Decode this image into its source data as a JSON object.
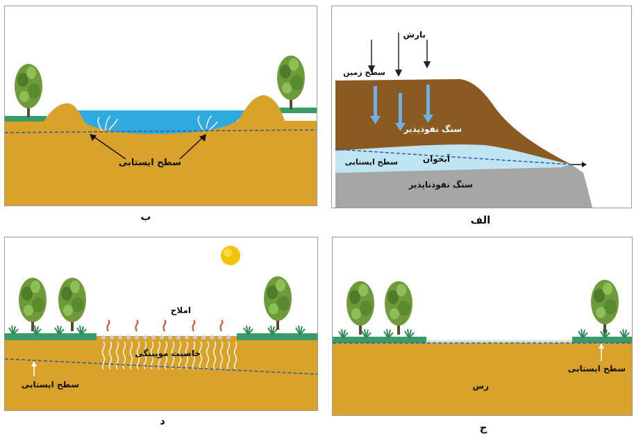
{
  "panels": {
    "alef": {
      "caption": "الف",
      "rain": "بارش",
      "ground_surface": "سطح زمین",
      "permeable_rock": "سنگ نفوذپذیر",
      "aquifer": "آبخوان",
      "water_table": "سطح ایستابی",
      "impermeable_rock": "سنگ نفوذناپذیر"
    },
    "be": {
      "caption": "ب",
      "water_table": "سطح ایستابی"
    },
    "jim": {
      "caption": "ج",
      "water_table": "سطح ایستابی",
      "clay": "رس"
    },
    "dal": {
      "caption": "د",
      "salts": "املاح",
      "capillarity": "خاصیت مویینگی",
      "water_table": "سطح ایستابی"
    }
  },
  "colors": {
    "soil": "#d9a22b",
    "brown_rock": "#8a5a22",
    "water": "#2fa9e0",
    "aquifer": "#bfe4f2",
    "gray_rock": "#a6a6a6",
    "grass": "#3a9a6a",
    "dashed_line": "#2a5aa0",
    "sun": "#f5c400"
  }
}
